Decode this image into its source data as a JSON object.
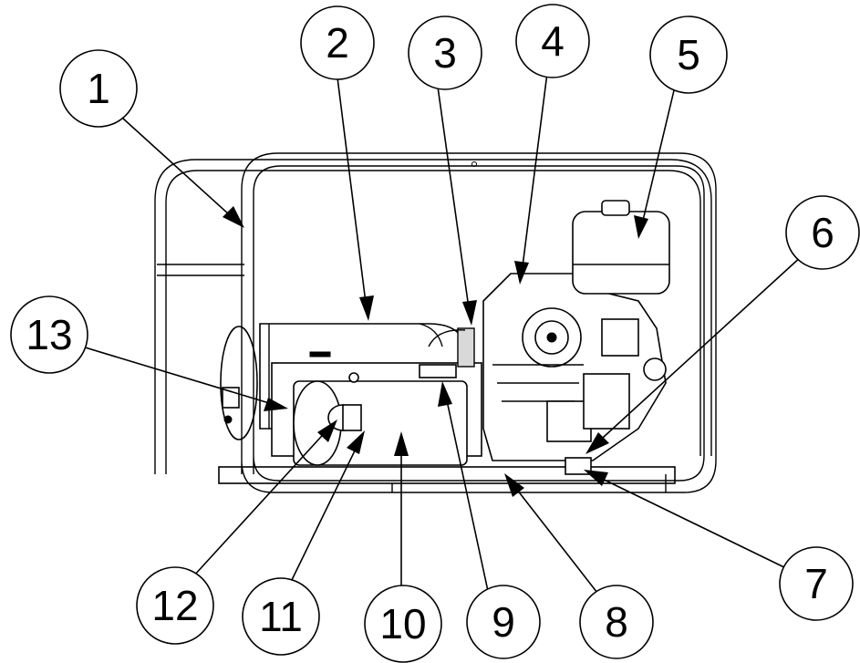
{
  "diagram": {
    "subject": "generator-assembly",
    "callouts": [
      {
        "id": "c1",
        "label": "1"
      },
      {
        "id": "c2",
        "label": "2"
      },
      {
        "id": "c3",
        "label": "3"
      },
      {
        "id": "c4",
        "label": "4"
      },
      {
        "id": "c5",
        "label": "5"
      },
      {
        "id": "c6",
        "label": "6"
      },
      {
        "id": "c7",
        "label": "7"
      },
      {
        "id": "c8",
        "label": "8"
      },
      {
        "id": "c9",
        "label": "9"
      },
      {
        "id": "c10",
        "label": "10"
      },
      {
        "id": "c11",
        "label": "11"
      },
      {
        "id": "c12",
        "label": "12"
      },
      {
        "id": "c13",
        "label": "13"
      }
    ],
    "colors": {
      "line": "#000000",
      "background": "#ffffff",
      "shade": "#d9d9d9"
    }
  }
}
